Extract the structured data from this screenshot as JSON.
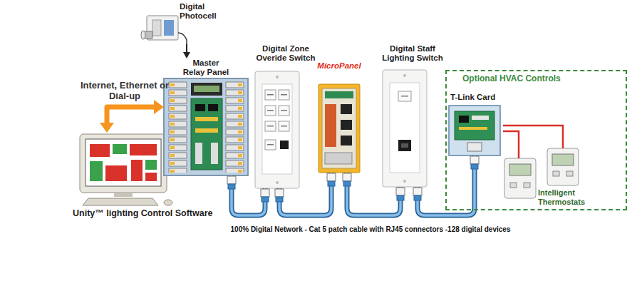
{
  "diagram": {
    "nodes": [
      {
        "text": [
          "Unity™ lighting Control Software"
        ]
      },
      {
        "text": [
          "Master Relay Panel"
        ]
      },
      {
        "text": [
          "Digital Photocell"
        ]
      },
      {
        "text": [
          "Digital Zone Overide Switch"
        ]
      },
      {
        "text": [
          "MicroPanel"
        ]
      },
      {
        "text": [
          "Digital Staff Lighting Switch"
        ]
      },
      {
        "text": [
          "Optional HVAC Controls"
        ]
      },
      {
        "text": [
          "T-Link Card"
        ],
        "in": 6
      },
      {
        "text": [
          "Intelligent Thermostats"
        ],
        "in": 6
      }
    ],
    "edges": [
      {
        "from": 0,
        "to": 1,
        "arrow": "both",
        "label": "Internet, Ethernet or Dial-up"
      },
      {
        "from": 2,
        "to": 1,
        "arrow": "to"
      },
      {
        "from": 1,
        "to": 3,
        "arrow": "none"
      },
      {
        "from": 3,
        "to": 4,
        "arrow": "none"
      },
      {
        "from": 4,
        "to": 5,
        "arrow": "none"
      },
      {
        "from": 5,
        "to": 7,
        "arrow": "none"
      },
      {
        "from": 7,
        "to": 8,
        "arrow": "none"
      }
    ],
    "labels": [
      "100% Digital Network - Cat 5 patch cable with RJ45 connectors -128 digital devices"
    ]
  }
}
